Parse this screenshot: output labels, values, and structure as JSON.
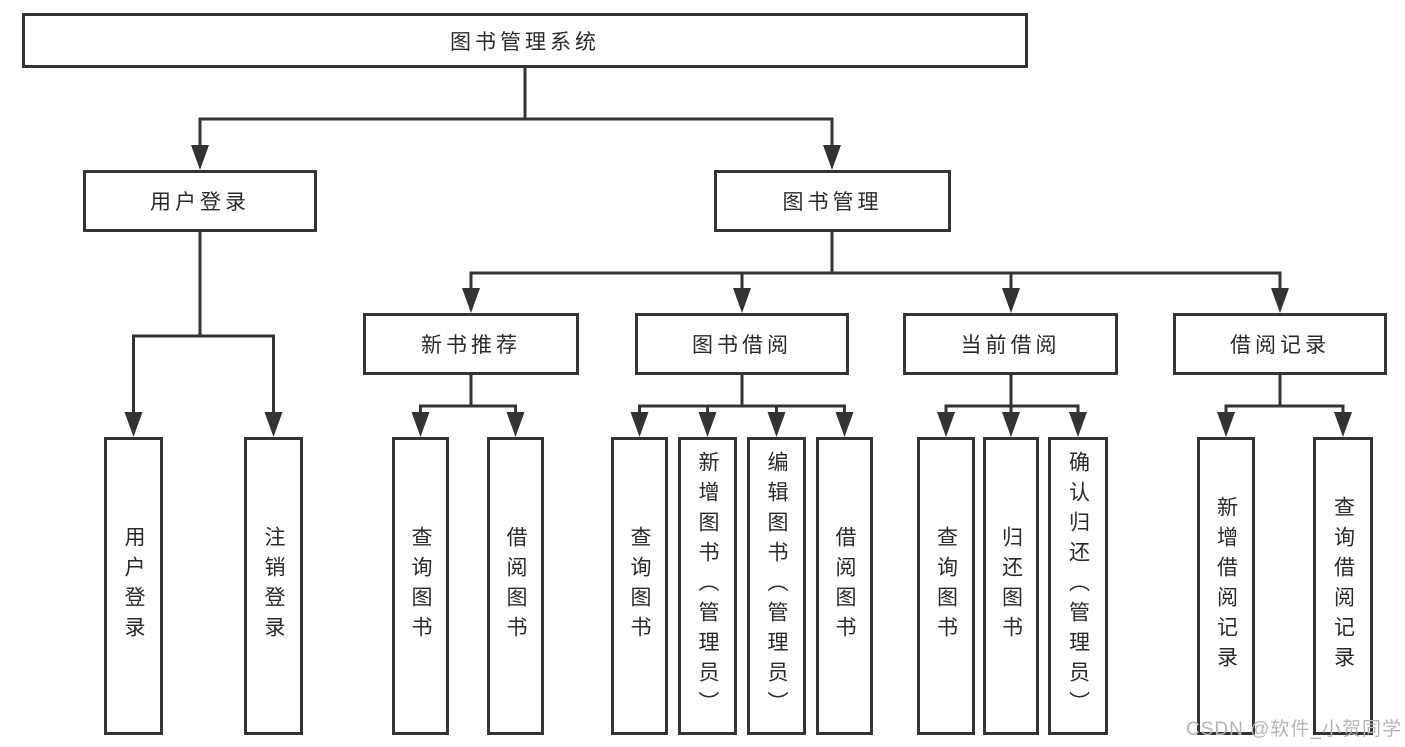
{
  "diagram": {
    "root": "图书管理系统",
    "level2": {
      "user_login": "用户登录",
      "book_mgmt": "图书管理"
    },
    "level3": {
      "new_book": "新书推荐",
      "book_borrow": "图书借阅",
      "current_borrow": "当前借阅",
      "borrow_record": "借阅记录"
    },
    "leaves": {
      "login": "用户登录",
      "logout": "注销登录",
      "nb_query": "查询图书",
      "nb_borrow": "借阅图书",
      "bb_query": "查询图书",
      "bb_add": "新增图书（管理员）",
      "bb_edit": "编辑图书（管理员）",
      "bb_borrow": "借阅图书",
      "cb_query": "查询图书",
      "cb_return": "归还图书",
      "cb_confirm": "确认归还（管理员）",
      "br_add": "新增借阅记录",
      "br_query": "查询借阅记录"
    },
    "watermark": "CSDN @软件_小贺同学",
    "colors": {
      "line": "#333333",
      "border": "#343434",
      "text": "#2a2a2a",
      "watermark": "#b5b5b5",
      "background": "#ffffff"
    }
  }
}
